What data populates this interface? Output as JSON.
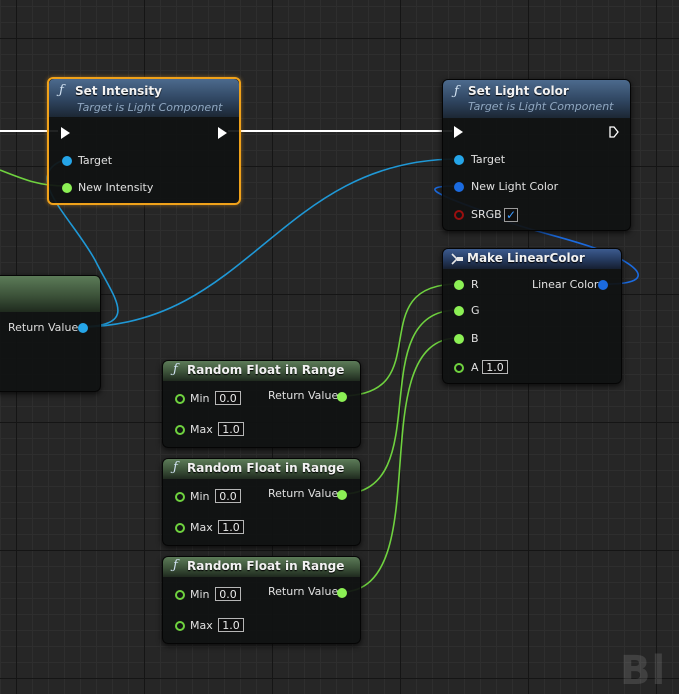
{
  "colors": {
    "canvas": "#262626",
    "exec_wire": "#ffffff",
    "float_wire": "#6fd23f",
    "object_wire": "#1f98d6",
    "struct_wire": "#1b6be0",
    "selection": "#f0a21a"
  },
  "nodes": {
    "set_intensity": {
      "icon": "function-icon",
      "title": "Set Intensity",
      "subtitle": "Target is Light Component",
      "pins": {
        "target": "Target",
        "new_intensity": "New Intensity"
      }
    },
    "set_light_color": {
      "icon": "function-icon",
      "title": "Set Light Color",
      "subtitle": "Target is Light Component",
      "pins": {
        "target": "Target",
        "new_light_color": "New Light Color",
        "srgb": "SRGB"
      },
      "srgb_checked": true,
      "srgb_check_glyph": "✓"
    },
    "make_linear_color": {
      "icon": "make-struct-icon",
      "title": "Make LinearColor",
      "pins": {
        "r": "R",
        "g": "G",
        "b": "B",
        "a": "A",
        "out": "Linear Color"
      },
      "a_value": "1.0"
    },
    "source_node": {
      "pins": {
        "return_value": "Return Value"
      }
    },
    "random_floats": [
      {
        "title": "Random Float in Range",
        "min_label": "Min",
        "min_value": "0.0",
        "max_label": "Max",
        "max_value": "1.0",
        "return_label": "Return Value"
      },
      {
        "title": "Random Float in Range",
        "min_label": "Min",
        "min_value": "0.0",
        "max_label": "Max",
        "max_value": "1.0",
        "return_label": "Return Value"
      },
      {
        "title": "Random Float in Range",
        "min_label": "Min",
        "min_value": "0.0",
        "max_label": "Max",
        "max_value": "1.0",
        "return_label": "Return Value"
      }
    ]
  },
  "watermark": "Bl"
}
